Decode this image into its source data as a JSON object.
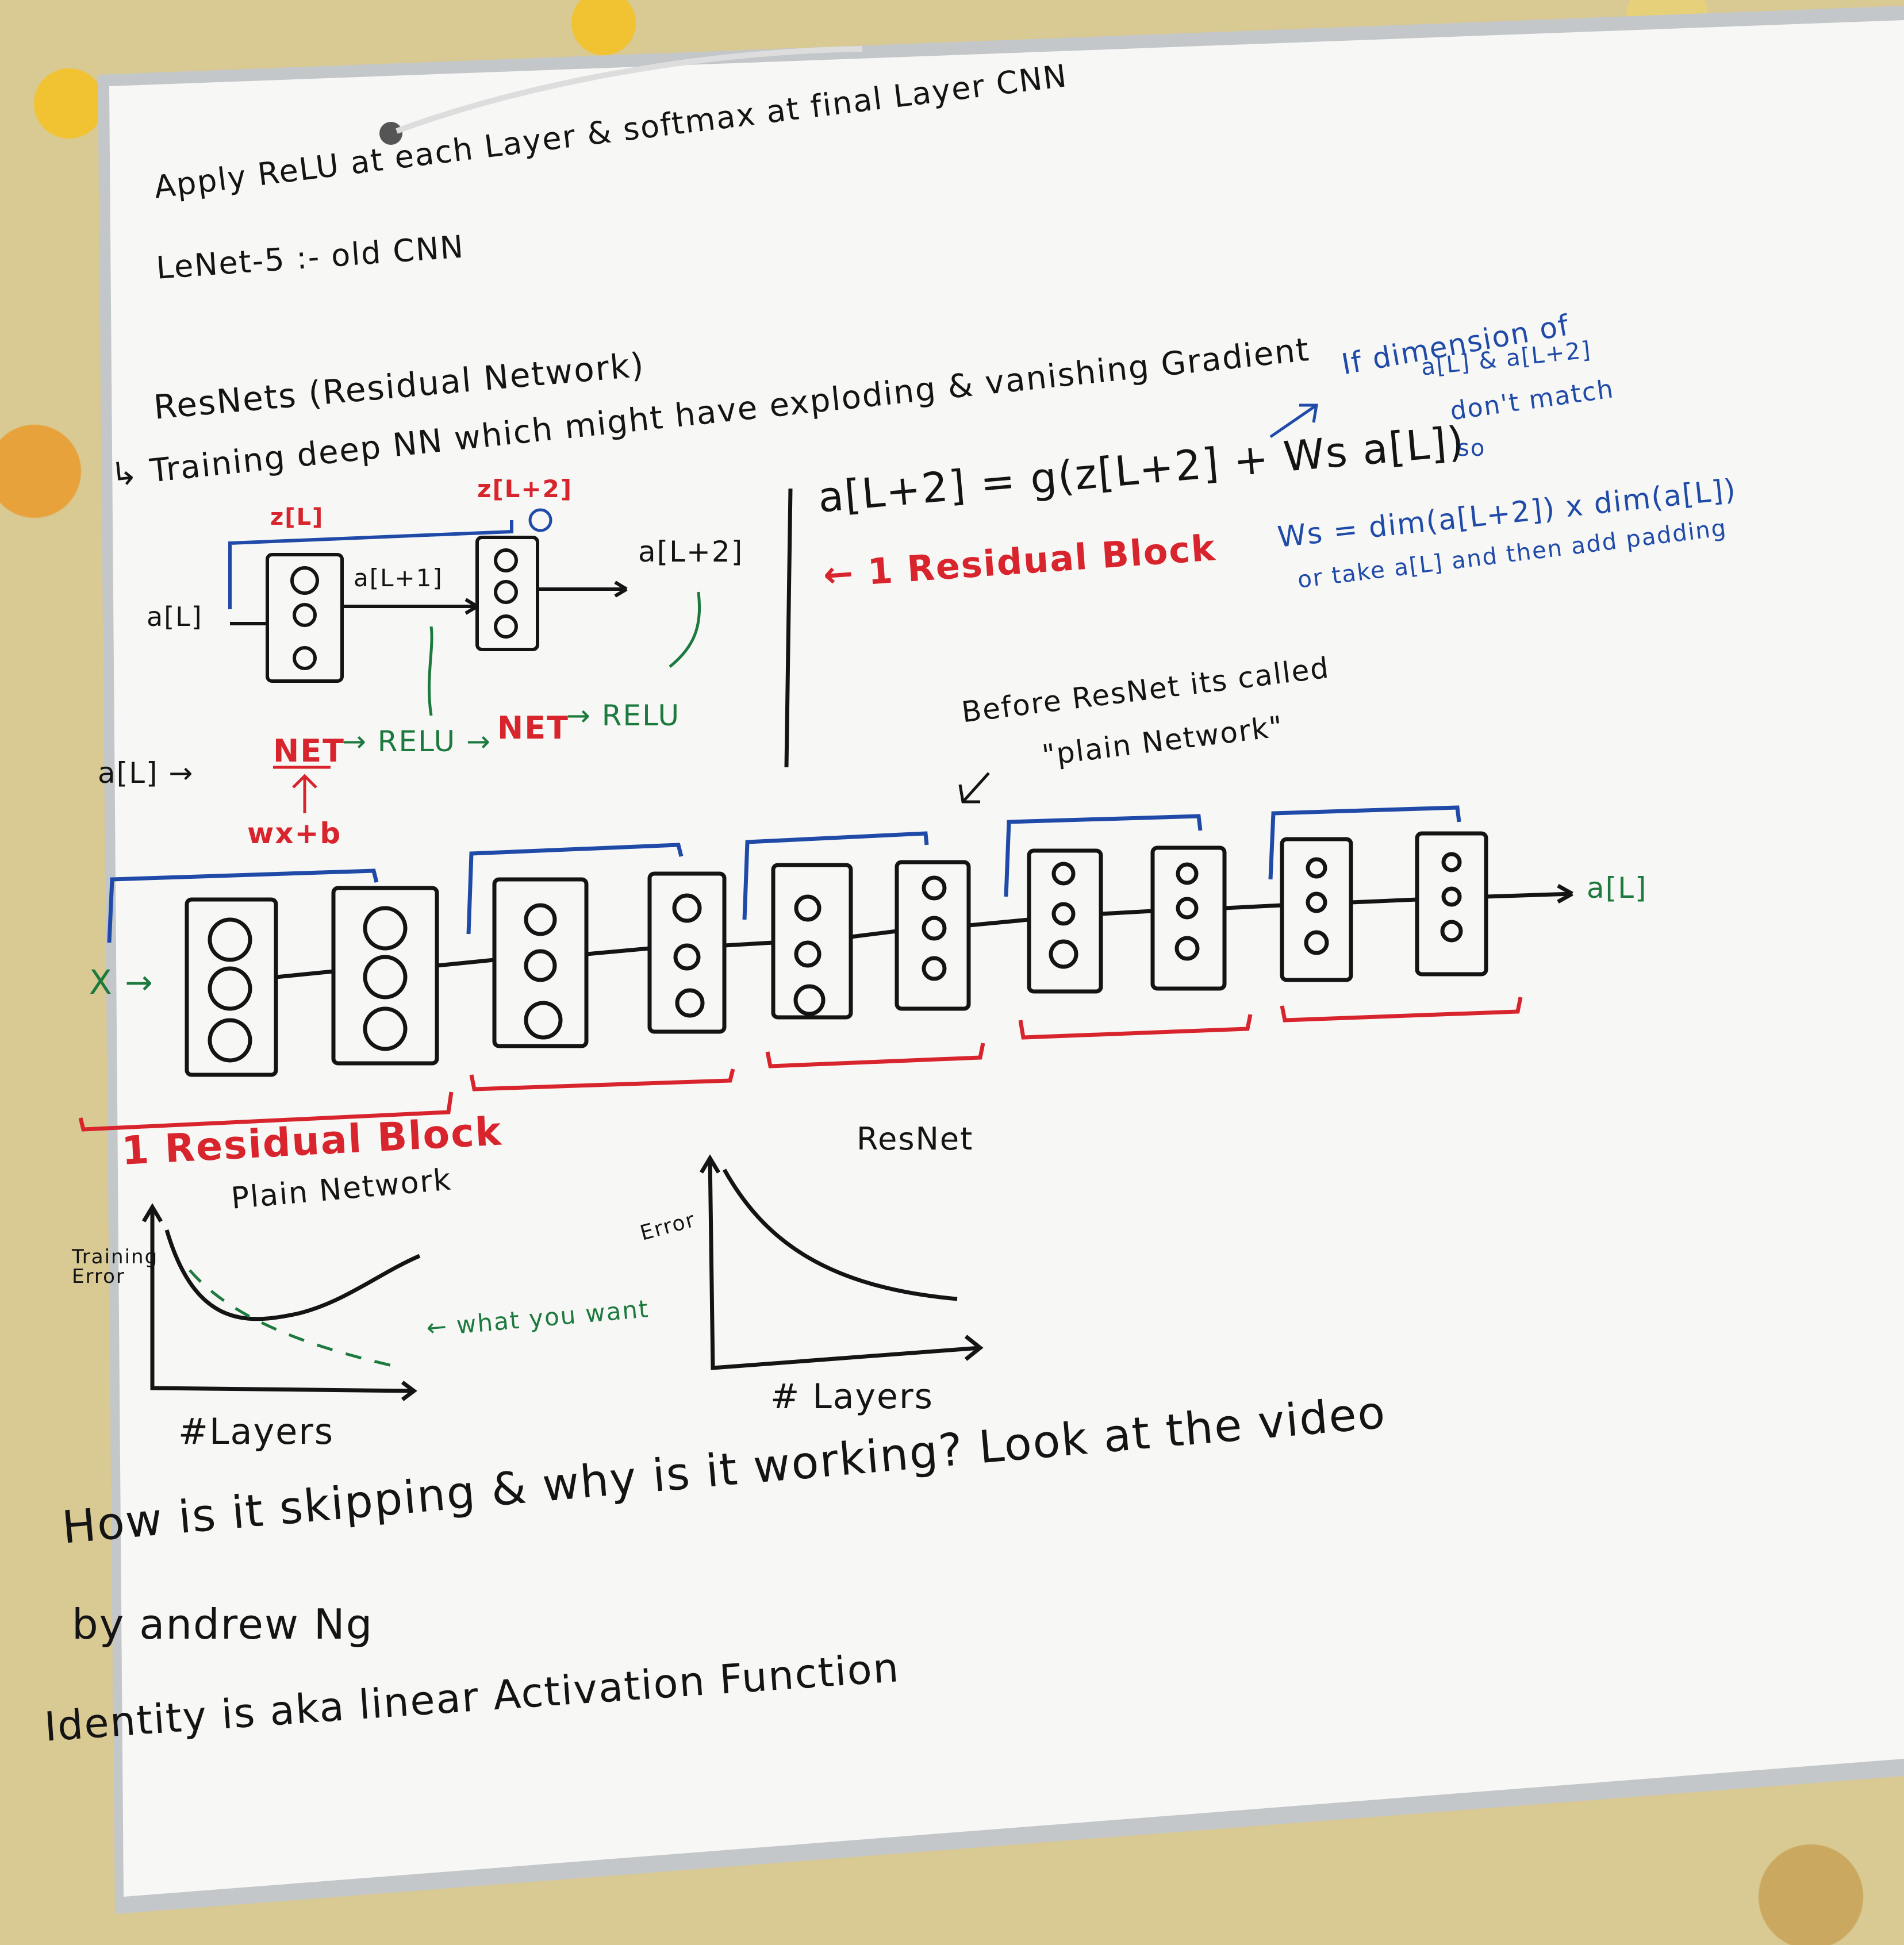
{
  "colors": {
    "black_ink": "#141414",
    "red_ink": "#d8242c",
    "green_ink": "#1d7a3e",
    "blue_ink": "#1f4aa8",
    "board": "#f7f7f5",
    "frame": "#b9bcbf"
  },
  "notes": {
    "relu_line": "Apply ReLU at each Layer & softmax at final Layer CNN",
    "lenet_line": "LeNet-5 :- old CNN",
    "resnets_title": "ResNets (Residual Network)",
    "training_line": "↳ Training deep NN which might have exploding & vanishing Gradient",
    "dimension_note_1": "If dimension of",
    "dimension_note_2": "a[L] & a[L+2]",
    "dimension_note_3": "don't match",
    "dimension_note_4": "so",
    "ws_line_1": "Ws = dim(a[L+2]) x dim(a[L])",
    "ws_line_2": "or take a[L] and then add padding",
    "equation": "a[L+2] = g(z[L+2] + Ws a[L])",
    "residual_block_label": "← 1 Residual Block",
    "z_l": "z[L]",
    "z_l2": "z[L+2]",
    "a_l_input": "a[L]",
    "a_l1": "a[L+1]",
    "a_l2_output": "a[L+2]",
    "flow_start": "a[L] →",
    "flow_net1": "NET",
    "flow_relu1": "→ RELU →",
    "flow_net2": "NET",
    "flow_relu2": "→ RELU",
    "wxb": "wx+b",
    "before_resnet_1": "Before ResNet its called",
    "before_resnet_2": "\"plain Network\"",
    "x_input": "X →",
    "a_l_out": "a[L]",
    "residual_block_bottom": "1 Residual Block",
    "plain_network_title": "Plain Network",
    "training_error_label": "Training Error",
    "what_you_want": "← what you want",
    "layers_left": "#Layers",
    "resnet_title": "ResNet",
    "error_label": "Error",
    "layers_right": "# Layers",
    "question_line_1": "How is it skipping & why is it working? Look at the video",
    "question_line_2": "by andrew Ng",
    "identity_line": "Identity is aka linear Activation Function"
  }
}
